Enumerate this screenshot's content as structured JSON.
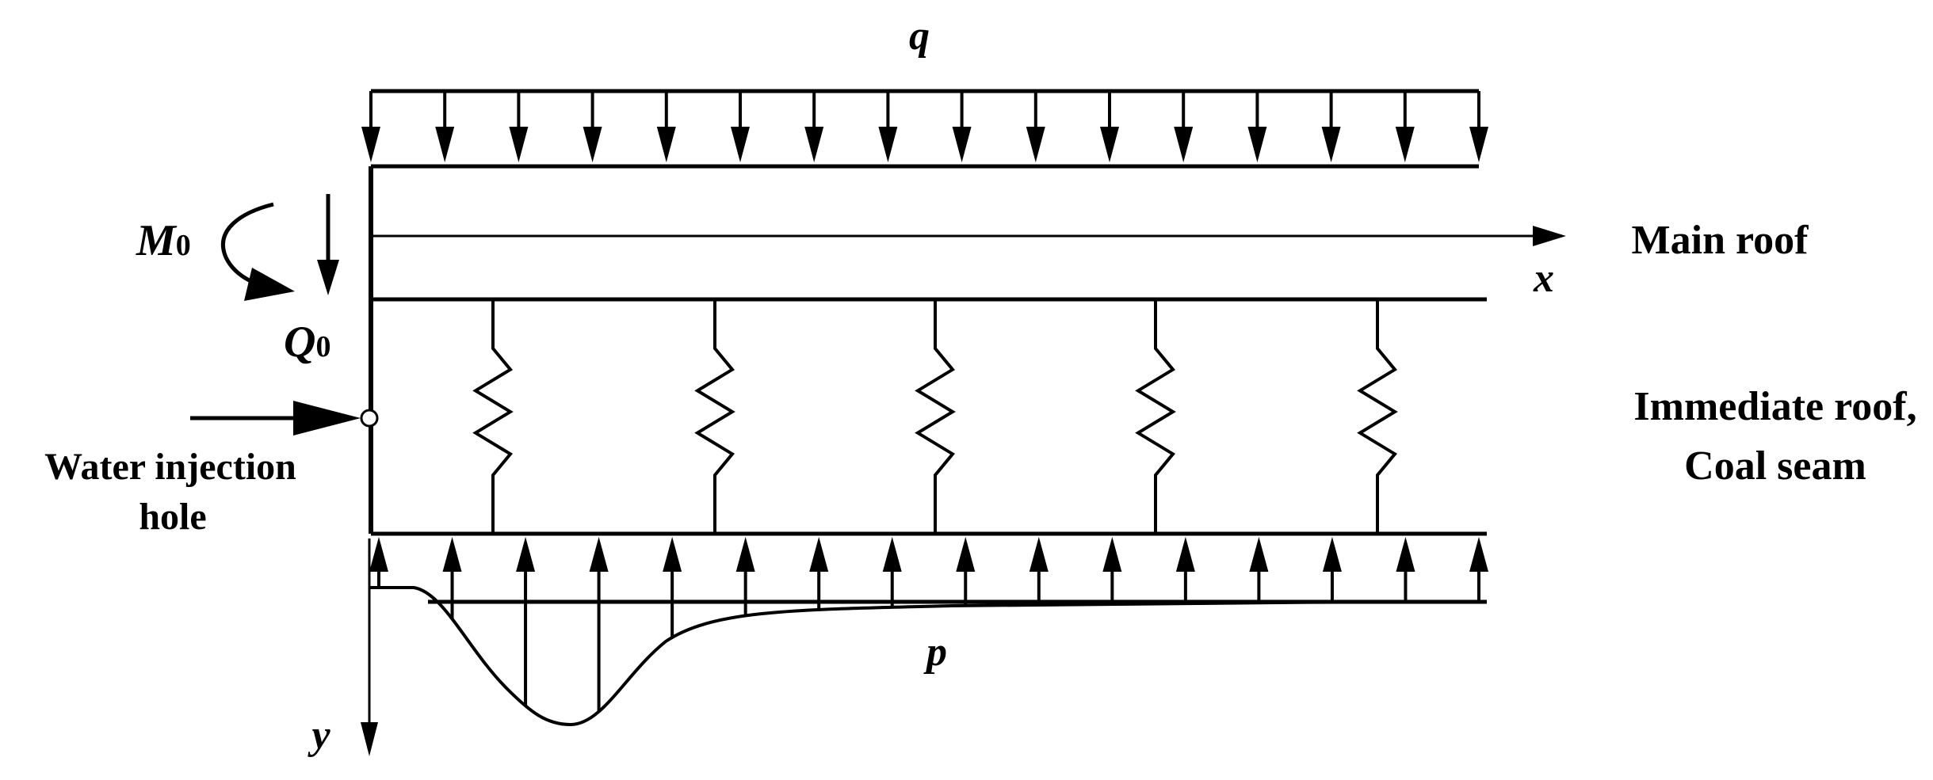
{
  "labels": {
    "q": "q",
    "p": "p",
    "x": "x",
    "y": "y",
    "M0_main": "M",
    "M0_sub": "0",
    "Q0_main": "Q",
    "Q0_sub": "0",
    "main_roof": "Main roof",
    "immediate_roof_line1": "Immediate roof,",
    "immediate_roof_line2": "Coal seam",
    "water_hole_line1": "Water injection",
    "water_hole_line2": "hole"
  },
  "colors": {
    "stroke": "#000000",
    "background": "#ffffff"
  },
  "icons": {
    "moment": "curved-arrow-icon",
    "shear": "down-arrow-icon",
    "injection": "right-arrow-icon",
    "hole": "circle-icon",
    "spring": "zigzag-spring-icon"
  }
}
